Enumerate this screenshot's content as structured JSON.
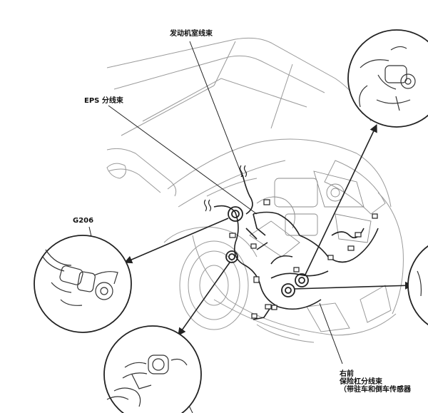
{
  "labels": {
    "engine_harness": "发动机室线束",
    "eps_harness": "EPS 分线束",
    "ground": "G206",
    "bumper_line1": "右前",
    "bumper_line2": "保险杠分线束",
    "bumper_line3": "（带驻车和倒车传感器"
  },
  "colors": {
    "line": "#222222",
    "light_line": "#9a9a9a",
    "background": "#ffffff"
  }
}
